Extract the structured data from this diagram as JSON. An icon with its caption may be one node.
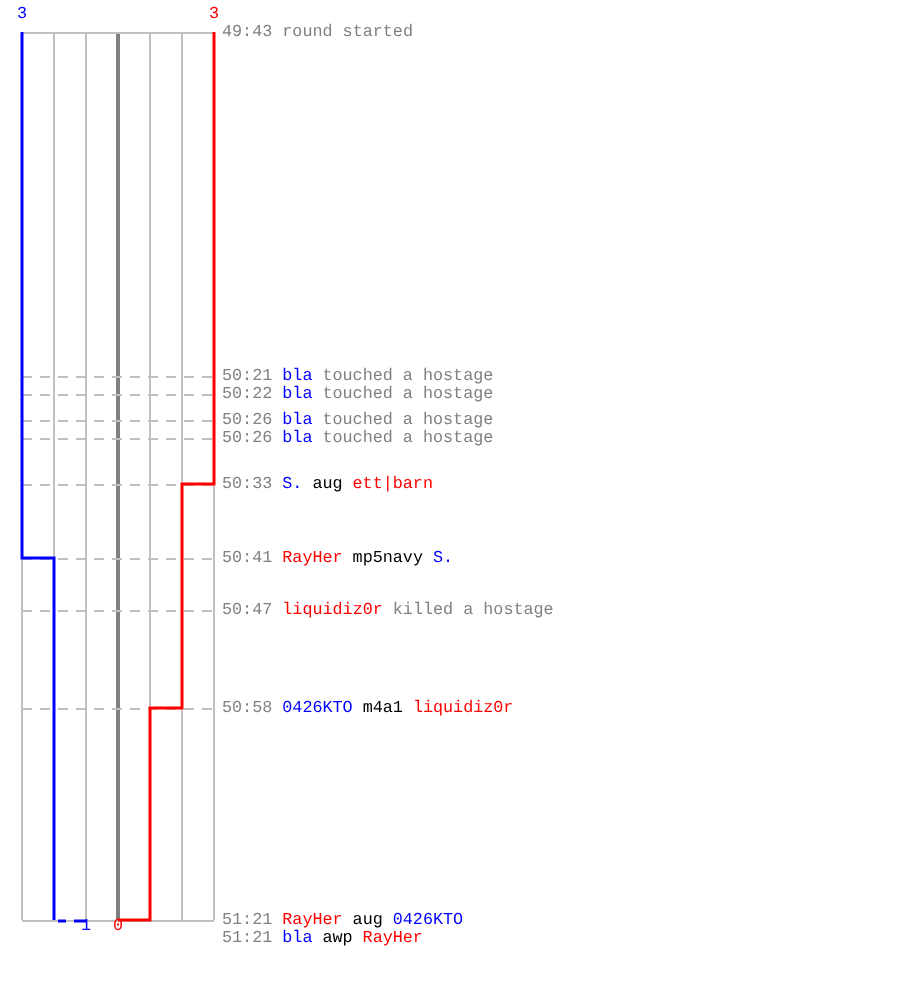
{
  "diagram": {
    "labels": [
      "3",
      "3",
      "49:43",
      "round started",
      "50:21",
      "bla",
      "touched a hostage",
      "50:22",
      "bla",
      "touched a hostage",
      "50:26",
      "bla",
      "touched a hostage",
      "50:26",
      "bla",
      "touched a hostage",
      "50:33",
      "S.",
      "aug",
      "ett|barn",
      "50:41",
      "RayHer",
      "mp5navy",
      "S.",
      "50:47",
      "liquidiz0r",
      "killed a hostage",
      "50:58",
      "0426KTO",
      "m4a1",
      "liquidiz0r",
      "51:21",
      "RayHer",
      "aug",
      "0426KTO",
      "1",
      "0",
      "51:21",
      "bla",
      "awp",
      "RayHer"
    ]
  }
}
